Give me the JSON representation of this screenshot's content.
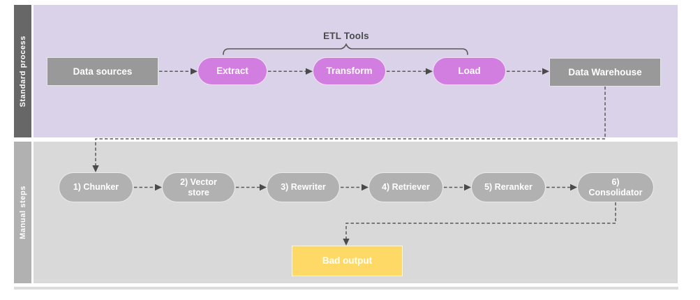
{
  "lanes": {
    "standard": {
      "label": "Standard process"
    },
    "manual": {
      "label": "Manual steps"
    }
  },
  "bracket": {
    "label": "ETL Tools"
  },
  "nodes": {
    "data_sources": {
      "label": "Data sources"
    },
    "extract": {
      "label": "Extract"
    },
    "transform": {
      "label": "Transform"
    },
    "load": {
      "label": "Load"
    },
    "data_warehouse": {
      "label": "Data Warehouse"
    },
    "chunker": {
      "label": "1) Chunker"
    },
    "vector_store": {
      "label": "2) Vector store"
    },
    "rewriter": {
      "label": "3) Rewriter"
    },
    "retriever": {
      "label": "4) Retriever"
    },
    "reranker": {
      "label": "5) Reranker"
    },
    "consolidator": {
      "label": "6) Consolidator"
    },
    "bad_output": {
      "label": "Bad output"
    }
  },
  "edges": [
    {
      "from": "data_sources",
      "to": "extract",
      "style": "dashed-arrow"
    },
    {
      "from": "extract",
      "to": "transform",
      "style": "dashed-arrow"
    },
    {
      "from": "transform",
      "to": "load",
      "style": "dashed-arrow"
    },
    {
      "from": "load",
      "to": "data_warehouse",
      "style": "dashed-arrow"
    },
    {
      "from": "data_warehouse",
      "to": "chunker",
      "style": "dashed-arrow"
    },
    {
      "from": "chunker",
      "to": "vector_store",
      "style": "dashed-arrow"
    },
    {
      "from": "vector_store",
      "to": "rewriter",
      "style": "dashed-arrow"
    },
    {
      "from": "rewriter",
      "to": "retriever",
      "style": "dashed-arrow"
    },
    {
      "from": "retriever",
      "to": "reranker",
      "style": "dashed-arrow"
    },
    {
      "from": "reranker",
      "to": "consolidator",
      "style": "dashed-arrow"
    },
    {
      "from": "consolidator",
      "to": "bad_output",
      "style": "dashed-arrow"
    }
  ],
  "colors": {
    "lane-standard-bg": "#d9d2e9",
    "lane-standard-sidebar": "#676767",
    "lane-manual-bg": "#d9d9d9",
    "lane-manual-sidebar": "#b1b1b1",
    "etl-pill": "#d17ee0",
    "gray-box": "#999999",
    "gray-pill": "#b1b1b1",
    "bad-output": "#ffd966",
    "connector": "#595959",
    "label-dark": "#4a4a4a"
  }
}
